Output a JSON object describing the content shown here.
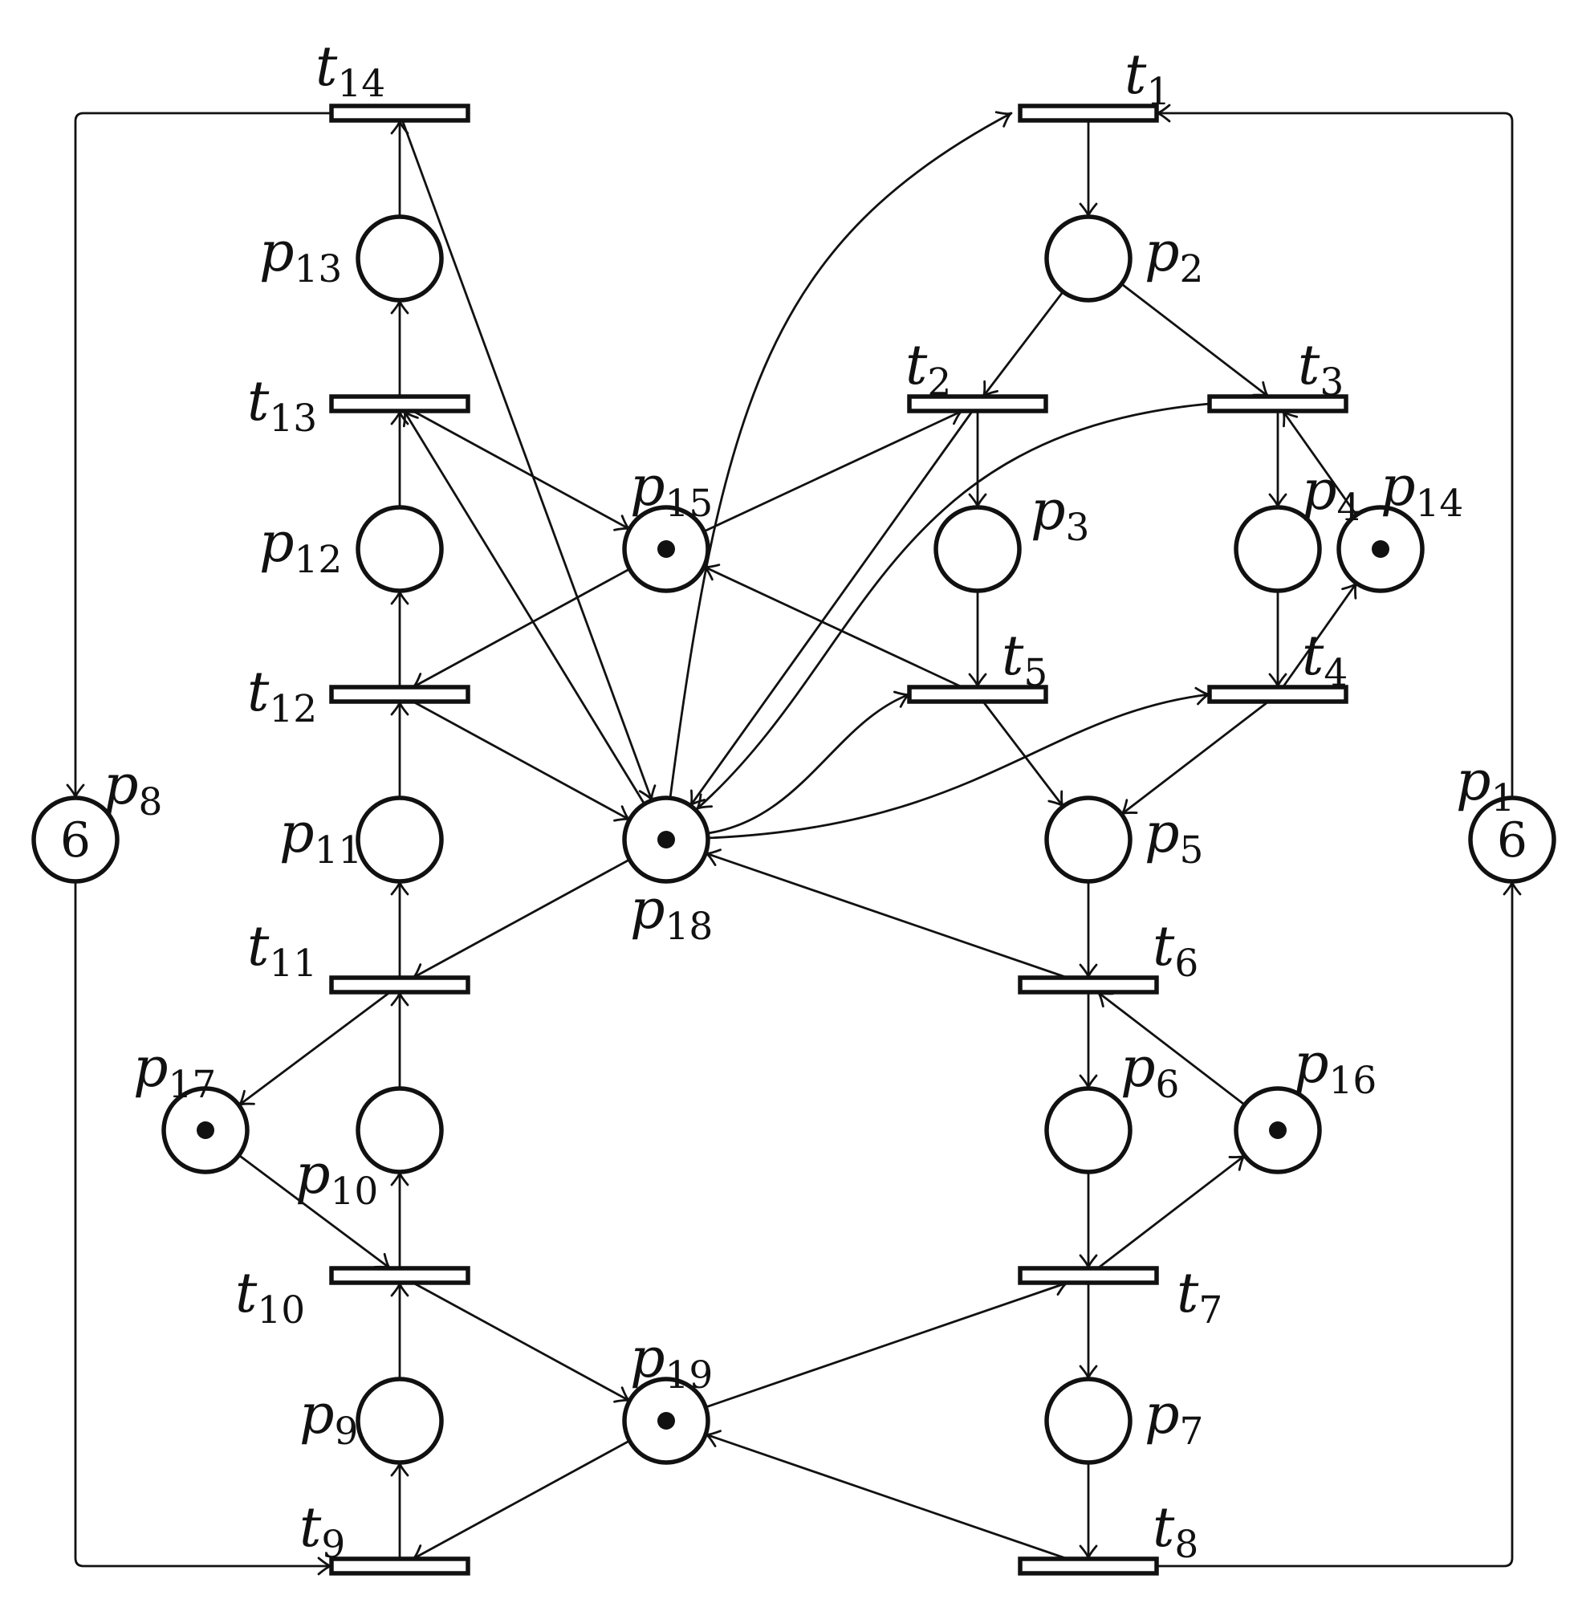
{
  "net": {
    "places": [
      {
        "id": "p1",
        "name": "p",
        "index": "1",
        "tokens": 6
      },
      {
        "id": "p2",
        "name": "p",
        "index": "2",
        "tokens": 0
      },
      {
        "id": "p3",
        "name": "p",
        "index": "3",
        "tokens": 0
      },
      {
        "id": "p4",
        "name": "p",
        "index": "4",
        "tokens": 0
      },
      {
        "id": "p5",
        "name": "p",
        "index": "5",
        "tokens": 0
      },
      {
        "id": "p6",
        "name": "p",
        "index": "6",
        "tokens": 0
      },
      {
        "id": "p7",
        "name": "p",
        "index": "7",
        "tokens": 0
      },
      {
        "id": "p8",
        "name": "p",
        "index": "8",
        "tokens": 6
      },
      {
        "id": "p9",
        "name": "p",
        "index": "9",
        "tokens": 0
      },
      {
        "id": "p10",
        "name": "p",
        "index": "10",
        "tokens": 0
      },
      {
        "id": "p11",
        "name": "p",
        "index": "11",
        "tokens": 0
      },
      {
        "id": "p12",
        "name": "p",
        "index": "12",
        "tokens": 0
      },
      {
        "id": "p13",
        "name": "p",
        "index": "13",
        "tokens": 0
      },
      {
        "id": "p14",
        "name": "p",
        "index": "14",
        "tokens": 1
      },
      {
        "id": "p15",
        "name": "p",
        "index": "15",
        "tokens": 1
      },
      {
        "id": "p16",
        "name": "p",
        "index": "16",
        "tokens": 1
      },
      {
        "id": "p17",
        "name": "p",
        "index": "17",
        "tokens": 1
      },
      {
        "id": "p18",
        "name": "p",
        "index": "18",
        "tokens": 1
      },
      {
        "id": "p19",
        "name": "p",
        "index": "19",
        "tokens": 1
      }
    ],
    "transitions": [
      {
        "id": "t1",
        "name": "t",
        "index": "1"
      },
      {
        "id": "t2",
        "name": "t",
        "index": "2"
      },
      {
        "id": "t3",
        "name": "t",
        "index": "3"
      },
      {
        "id": "t4",
        "name": "t",
        "index": "4"
      },
      {
        "id": "t5",
        "name": "t",
        "index": "5"
      },
      {
        "id": "t6",
        "name": "t",
        "index": "6"
      },
      {
        "id": "t7",
        "name": "t",
        "index": "7"
      },
      {
        "id": "t8",
        "name": "t",
        "index": "8"
      },
      {
        "id": "t9",
        "name": "t",
        "index": "9"
      },
      {
        "id": "t10",
        "name": "t",
        "index": "10"
      },
      {
        "id": "t11",
        "name": "t",
        "index": "11"
      },
      {
        "id": "t12",
        "name": "t",
        "index": "12"
      },
      {
        "id": "t13",
        "name": "t",
        "index": "13"
      },
      {
        "id": "t14",
        "name": "t",
        "index": "14"
      }
    ],
    "arcs": [
      {
        "from": "t1",
        "to": "p2"
      },
      {
        "from": "p2",
        "to": "t2"
      },
      {
        "from": "p2",
        "to": "t3"
      },
      {
        "from": "t2",
        "to": "p3"
      },
      {
        "from": "t3",
        "to": "p4"
      },
      {
        "from": "p3",
        "to": "t5"
      },
      {
        "from": "p4",
        "to": "t4"
      },
      {
        "from": "t5",
        "to": "p5"
      },
      {
        "from": "t4",
        "to": "p5"
      },
      {
        "from": "p5",
        "to": "t6"
      },
      {
        "from": "t6",
        "to": "p6"
      },
      {
        "from": "p6",
        "to": "t7"
      },
      {
        "from": "t7",
        "to": "p7"
      },
      {
        "from": "p7",
        "to": "t8"
      },
      {
        "from": "t8",
        "to": "p1"
      },
      {
        "from": "p1",
        "to": "t1"
      },
      {
        "from": "p14",
        "to": "t3"
      },
      {
        "from": "t4",
        "to": "p14"
      },
      {
        "from": "p16",
        "to": "t6"
      },
      {
        "from": "t7",
        "to": "p16"
      },
      {
        "from": "t14",
        "to": "p8"
      },
      {
        "from": "p8",
        "to": "t9"
      },
      {
        "from": "t9",
        "to": "p9"
      },
      {
        "from": "p9",
        "to": "t10"
      },
      {
        "from": "t10",
        "to": "p10"
      },
      {
        "from": "p10",
        "to": "t11"
      },
      {
        "from": "t11",
        "to": "p11"
      },
      {
        "from": "p11",
        "to": "t12"
      },
      {
        "from": "t12",
        "to": "p12"
      },
      {
        "from": "p12",
        "to": "t13"
      },
      {
        "from": "t13",
        "to": "p13"
      },
      {
        "from": "p13",
        "to": "t14"
      },
      {
        "from": "t11",
        "to": "p17"
      },
      {
        "from": "p17",
        "to": "t10"
      },
      {
        "from": "p15",
        "to": "t2"
      },
      {
        "from": "t5",
        "to": "p15"
      },
      {
        "from": "t13",
        "to": "p15"
      },
      {
        "from": "p15",
        "to": "t12"
      },
      {
        "from": "p18",
        "to": "t1"
      },
      {
        "from": "t2",
        "to": "p18"
      },
      {
        "from": "t3",
        "to": "p18"
      },
      {
        "from": "p18",
        "to": "t5"
      },
      {
        "from": "p18",
        "to": "t4"
      },
      {
        "from": "t6",
        "to": "p18"
      },
      {
        "from": "t14",
        "to": "p18"
      },
      {
        "from": "p18",
        "to": "t13"
      },
      {
        "from": "t12",
        "to": "p18"
      },
      {
        "from": "p18",
        "to": "t11"
      },
      {
        "from": "t10",
        "to": "p19"
      },
      {
        "from": "p19",
        "to": "t9"
      },
      {
        "from": "p19",
        "to": "t7"
      },
      {
        "from": "t8",
        "to": "p19"
      }
    ]
  }
}
